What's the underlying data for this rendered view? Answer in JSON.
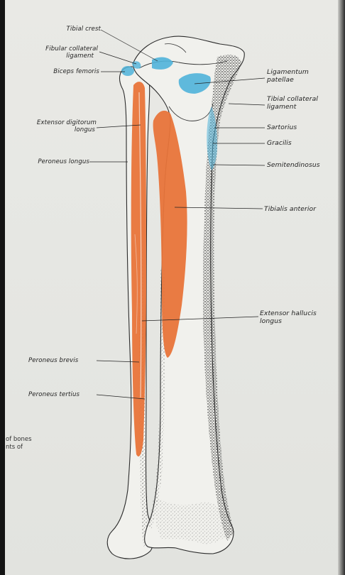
{
  "labels": {
    "tibial_crest": "Tibial crest",
    "fibular_collateral_1": "Fibular collateral",
    "fibular_collateral_2": "ligament",
    "biceps_femoris": "Biceps femoris",
    "ext_dig_1": "Extensor digitorum",
    "ext_dig_2": "longus",
    "peroneus_longus": "Peroneus longus",
    "lig_patellae_1": "Ligamentum",
    "lig_patellae_2": "patellae",
    "tibial_collateral_1": "Tibial collateral",
    "tibial_collateral_2": "ligament",
    "sartorius": "Sartorius",
    "gracilis": "Gracilis",
    "semitendinosus": "Semitendinosus",
    "tibialis_anterior": "Tibialis anterior",
    "ext_hall_1": "Extensor hallucis",
    "ext_hall_2": "longus",
    "peroneus_brevis": "Peroneus brevis",
    "peroneus_tertius": "Peroneus tertius"
  },
  "margin_text": {
    "line1": "of bones",
    "line2": "nts of"
  },
  "colors": {
    "origin_muscle": "#e8743a",
    "insertion_muscle": "#4fb3d9",
    "bone_fill": "#f1f1ed",
    "bone_outline": "#2b2b2b",
    "stipple": "#3a3a3a"
  }
}
